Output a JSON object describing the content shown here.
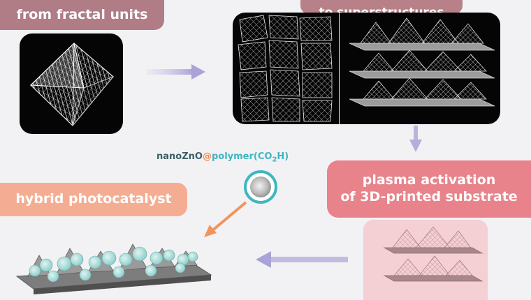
{
  "labels": {
    "top_left": "from fractal units",
    "top_right": "to superstructures",
    "plasma_line1": "plasma activation",
    "plasma_line2": "of 3D-printed substrate",
    "hybrid": "hybrid photocatalyst"
  },
  "formula": {
    "part1": "nanoZnO",
    "part2": "@",
    "part3": "polymer(CO",
    "part4": "2",
    "part5": "H)"
  },
  "colors": {
    "label_mauve": "#b07c86",
    "label_pink": "#e8838b",
    "label_peach": "#f4ad92",
    "arrow_lavender": "#b4b0d8",
    "arrow_orange": "#f0955e",
    "teal": "#3fb6c0"
  }
}
